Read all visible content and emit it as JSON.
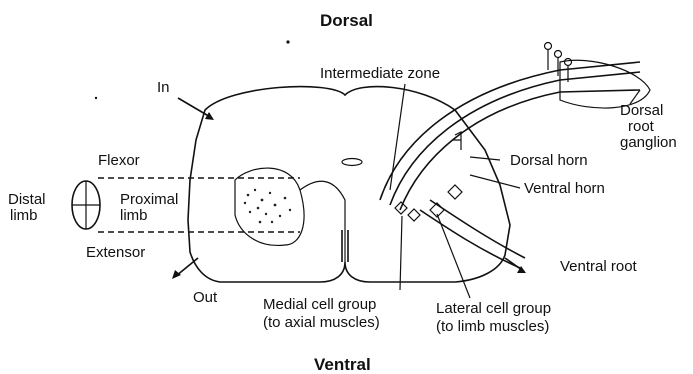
{
  "labels": {
    "dorsal": "Dorsal",
    "ventral": "Ventral",
    "in": "In",
    "out": "Out",
    "intermediate_zone": "Intermediate zone",
    "flexor": "Flexor",
    "extensor": "Extensor",
    "distal": "Distal",
    "distal_limb": "limb",
    "proximal": "Proximal",
    "proximal_limb": "limb",
    "dorsal_root": "Dorsal",
    "dorsal_root_2": "root",
    "dorsal_root_3": "ganglion",
    "dorsal_horn": "Dorsal horn",
    "ventral_horn": "Ventral horn",
    "ventral_root": "Ventral root",
    "medial_cell_group": "Medial cell group",
    "medial_cell_group_note": "(to axial muscles)",
    "lateral_cell_group": "Lateral cell group",
    "lateral_cell_group_note": "(to limb muscles)"
  }
}
